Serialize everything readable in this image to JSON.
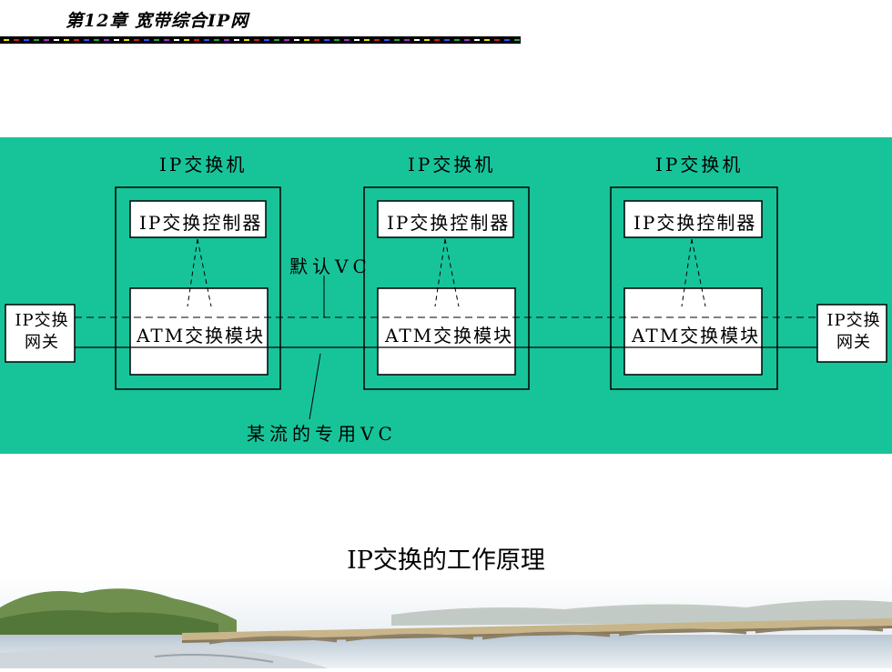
{
  "header": {
    "title": "第12章 宽带综合IP网"
  },
  "diagram": {
    "switch_labels": [
      "IP交换机",
      "IP交换机",
      "IP交换机"
    ],
    "controller_labels": [
      "IP交换控制器",
      "IP交换控制器",
      "IP交换控制器"
    ],
    "atm_labels": [
      "ATM交换模块",
      "ATM交换模块",
      "ATM交换模块"
    ],
    "gateway_left": {
      "line1": "IP交换",
      "line2": "网关"
    },
    "gateway_right": {
      "line1": "IP交换",
      "line2": "网关"
    },
    "default_vc_label": "默认VC",
    "dedicated_vc_label": "某流的专用VC"
  },
  "caption": "IP交换的工作原理",
  "colors": {
    "panel": "#17c49a",
    "accent_bar": "#000000"
  }
}
